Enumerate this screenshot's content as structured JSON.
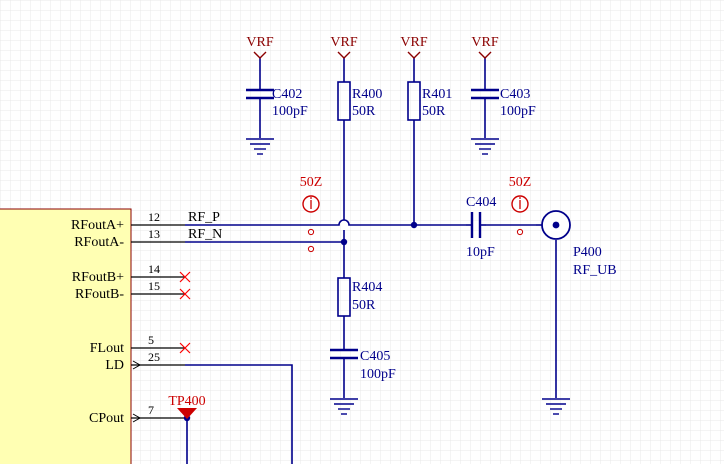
{
  "colors": {
    "background": "#ffffff",
    "grid": "#e8e8e8",
    "wire": "#00008b",
    "component": "#00008b",
    "power_label": "#8b0000",
    "no_connect": "#ff0000",
    "marker": "#cc0000",
    "pin_text": "#000000",
    "ic_fill": "#ffffb3",
    "ic_border": "#8b0000"
  },
  "power": [
    {
      "net": "VRF",
      "icon": "power-arrow-icon"
    },
    {
      "net": "VRF",
      "icon": "power-arrow-icon"
    },
    {
      "net": "VRF",
      "icon": "power-arrow-icon"
    },
    {
      "net": "VRF",
      "icon": "power-arrow-icon"
    }
  ],
  "components": {
    "c402": {
      "designator": "C402",
      "value": "100pF"
    },
    "r400": {
      "designator": "R400",
      "value": "50R"
    },
    "r401": {
      "designator": "R401",
      "value": "50R"
    },
    "c403": {
      "designator": "C403",
      "value": "100pF"
    },
    "c404": {
      "designator": "C404",
      "value": "10pF"
    },
    "r404": {
      "designator": "R404",
      "value": "50R"
    },
    "c405": {
      "designator": "C405",
      "value": "100pF"
    },
    "p400": {
      "designator": "P400",
      "value": "RF_UB"
    },
    "tp400": {
      "designator": "TP400"
    }
  },
  "impedance_markers": [
    {
      "label": "50Z"
    },
    {
      "label": "50Z"
    }
  ],
  "nets": {
    "rf_p": "RF_P",
    "rf_n": "RF_N"
  },
  "ic_pins": [
    {
      "name": "RFoutA+",
      "number": "12"
    },
    {
      "name": "RFoutA-",
      "number": "13"
    },
    {
      "name": "RFoutB+",
      "number": "14"
    },
    {
      "name": "RFoutB-",
      "number": "15"
    },
    {
      "name": "FLout",
      "number": "5"
    },
    {
      "name": "LD",
      "number": "25"
    },
    {
      "name": "CPout",
      "number": "7"
    }
  ]
}
